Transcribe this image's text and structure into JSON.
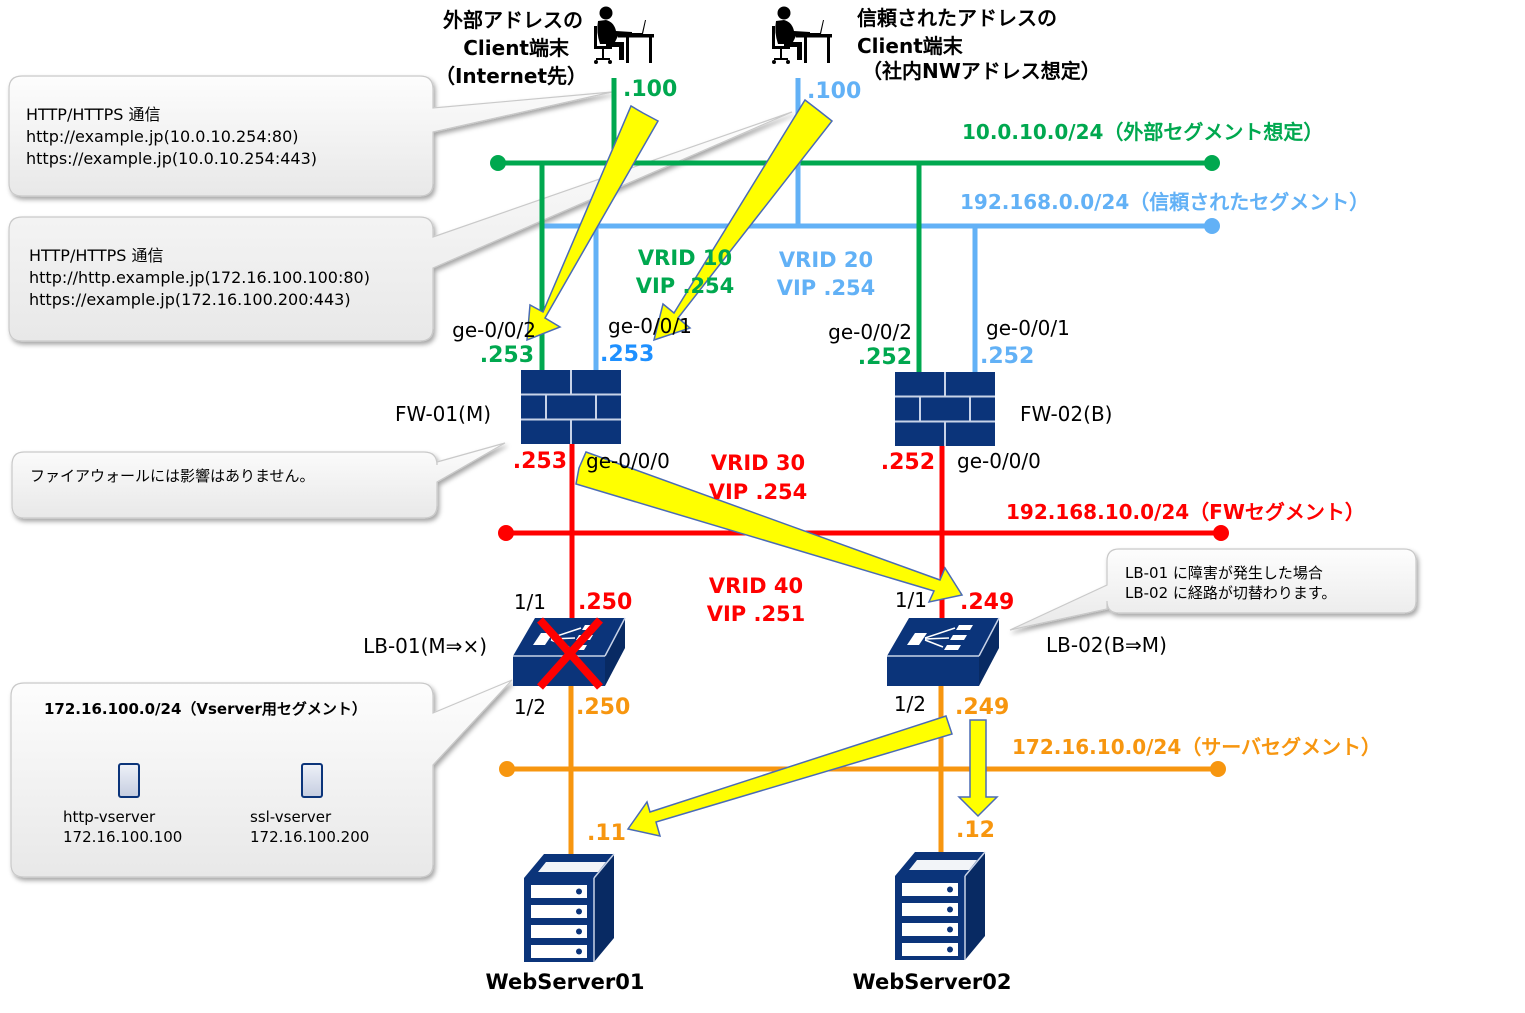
{
  "colors": {
    "external": "#00a84f",
    "trusted": "#62b1f6",
    "fw_segment": "#ff0000",
    "server_segment": "#f7960f",
    "device": "#0b347a",
    "flow_arrow": "#ffff00",
    "callout_bg": "#f2f2f2"
  },
  "clients": {
    "external": {
      "line1": "外部アドレスの",
      "line2": "Client端末",
      "line3": "（Internet先）",
      "ip": ".100",
      "icon": "person-at-desk-icon"
    },
    "trusted": {
      "line1": "信頼されたアドレスの",
      "line2": "Client端末",
      "line3": "（社内NWアドレス想定）",
      "ip": ".100",
      "icon": "person-at-desk-icon"
    }
  },
  "segments": {
    "external": "10.0.10.0/24（外部セグメント想定）",
    "trusted": "192.168.0.0/24（信頼されたセグメント）",
    "fw": "192.168.10.0/24（FWセグメント）",
    "server": "172.16.10.0/24（サーバセグメント）"
  },
  "vrrp": {
    "vrid10": {
      "line1": "VRID 10",
      "line2": "VIP .254"
    },
    "vrid20": {
      "line1": "VRID 20",
      "line2": "VIP .254"
    },
    "vrid30": {
      "line1": "VRID 30",
      "line2": "VIP .254"
    },
    "vrid40": {
      "line1": "VRID 40",
      "line2": "VIP .251"
    }
  },
  "fw01": {
    "name": "FW-01(M)",
    "port_ext": "ge-0/0/2",
    "ip_ext": ".253",
    "port_trust": "ge-0/0/1",
    "ip_trust": ".253",
    "port_inside": "ge-0/0/0",
    "ip_inside": ".253"
  },
  "fw02": {
    "name": "FW-02(B)",
    "port_ext": "ge-0/0/2",
    "ip_ext": ".252",
    "port_trust": "ge-0/0/1",
    "ip_trust": ".252",
    "port_inside": "ge-0/0/0",
    "ip_inside": ".252"
  },
  "lb01": {
    "name": "LB-01(M⇒×)",
    "port_up": "1/1",
    "ip_up": ".250",
    "port_down": "1/2",
    "ip_down": ".250",
    "status": "failed"
  },
  "lb02": {
    "name": "LB-02(B⇒M)",
    "port_up": "1/1",
    "ip_up": ".249",
    "port_down": "1/2",
    "ip_down": ".249"
  },
  "servers": {
    "web01": {
      "name": "WebServer01",
      "ip": ".11"
    },
    "web02": {
      "name": "WebServer02",
      "ip": ".12"
    }
  },
  "callouts": {
    "external_flow": {
      "title": "HTTP/HTTPS 通信",
      "line1": "http://example.jp(10.0.10.254:80)",
      "line2": "https://example.jp(10.0.10.254:443)"
    },
    "trusted_flow": {
      "title": "HTTP/HTTPS 通信",
      "line1": "http://http.example.jp(172.16.100.100:80)",
      "line2": "https://example.jp(172.16.100.200:443)"
    },
    "firewall": {
      "text": "ファイアウォールには影響はありません。"
    },
    "lb_failover": {
      "line1": "LB-01 に障害が発生した場合",
      "line2": "LB-02 に経路が切替わります。"
    },
    "vserver": {
      "title": "172.16.100.0/24（Vserver用セグメント）",
      "items": [
        {
          "name": "http-vserver",
          "ip": "172.16.100.100"
        },
        {
          "name": "ssl-vserver",
          "ip": "172.16.100.200"
        }
      ]
    }
  }
}
